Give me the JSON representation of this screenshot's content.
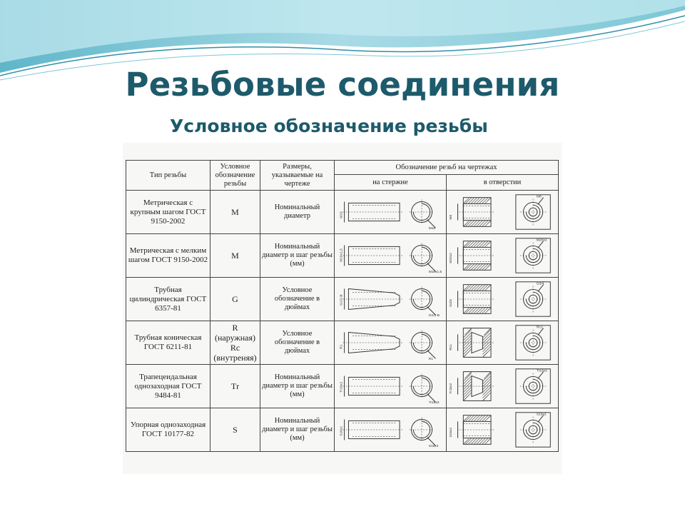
{
  "slide": {
    "title": "Резьбовые соединения",
    "subtitle": "Условное обозначение  резьбы"
  },
  "table": {
    "headers": {
      "type": "Тип резьбы",
      "designation": "Условное обозначение резьбы",
      "dimensions": "Размеры, указываемые на чертеже",
      "drawing": "Обозначение резьб на чертежах",
      "rod": "на стержне",
      "hole": "в отверстии"
    },
    "rows": [
      {
        "type": "Метрическая с крупным шагом ГОСТ 9150-2002",
        "designation": "М",
        "dimensions": "Номинальный диаметр",
        "rod_labels": [
          "М16",
          "М16"
        ],
        "hole_labels": [
          "М8",
          "М8"
        ]
      },
      {
        "type": "Метрическая с мелким шагом ГОСТ 9150-2002",
        "designation": "М",
        "dimensions": "Номинальный диаметр и шаг резьбы (мм)",
        "rod_labels": [
          "М16х1,5",
          "М16х1,5"
        ],
        "hole_labels": [
          "М20х2",
          "М20х2"
        ]
      },
      {
        "type": "Трубная цилиндрическая ГОСТ 6357-81",
        "designation": "G",
        "dimensions": "Условное обозначение в дюймах",
        "rod_labels": [
          "G1/2-В",
          "G1/2-В"
        ],
        "hole_labels": [
          "G3/4",
          "G3/4"
        ]
      },
      {
        "type": "Трубная коническая ГОСТ 6211-81",
        "designation": "R (наружная) Rc (внутреняя)",
        "dimensions": "Условное обозначение в дюймах",
        "rod_labels": [
          "R1",
          "R1"
        ],
        "hole_labels": [
          "Rc1",
          "Rc1"
        ]
      },
      {
        "type": "Трапецеидальная однозаходная ГОСТ 9484-81",
        "designation": "Тr",
        "dimensions": "Номинальный диаметр и шаг резьбы (мм)",
        "rod_labels": [
          "Tr16х2",
          "Tr16х2"
        ],
        "hole_labels": [
          "Tr16х2",
          "Tr16х2"
        ]
      },
      {
        "type": "Упорная однозаходная ГОСТ 10177-82",
        "designation": "S",
        "dimensions": "Номинальный диаметр и шаг резьбы (мм)",
        "rod_labels": [
          "S16х2",
          "S16х2"
        ],
        "hole_labels": [
          "S16х2",
          "S16х2"
        ]
      }
    ]
  }
}
